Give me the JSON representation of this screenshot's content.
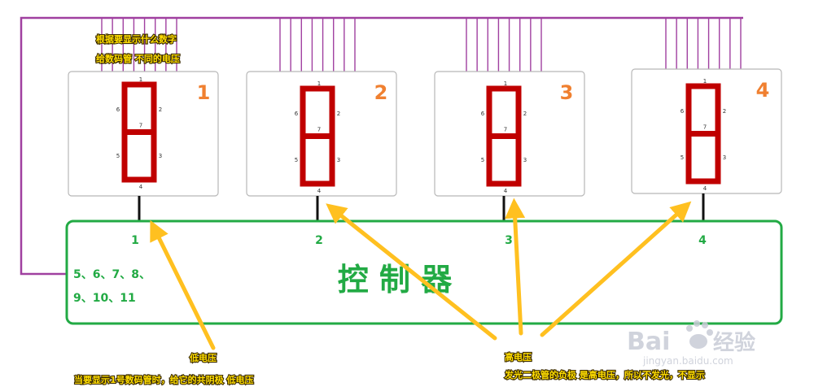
{
  "top_note": {
    "line1": "根据要显示什么数字",
    "line2": "给数码管 不同的电压"
  },
  "digits": [
    {
      "number": "1",
      "port": "1"
    },
    {
      "number": "2",
      "port": "2"
    },
    {
      "number": "3",
      "port": "3"
    },
    {
      "number": "4",
      "port": "4"
    }
  ],
  "segment_labels": {
    "top": "1",
    "upper_right": "2",
    "lower_right": "3",
    "bottom": "4",
    "lower_left": "5",
    "upper_left": "6",
    "middle": "7"
  },
  "controller": {
    "title": "控 制 器",
    "pins_line1": "5、6、7、8、",
    "pins_line2": "9、10、11"
  },
  "low_note": {
    "title": "低电压",
    "text": "当要显示1号数码管时，给它的共阴极 低电压"
  },
  "high_note": {
    "title": "高电压",
    "text": "发光二极管的负极 是高电压，所以不发光，不显示"
  },
  "watermark": {
    "brand": "Bai",
    "brand2": "经验",
    "url": "jingyan.baidu.com"
  },
  "colors": {
    "segment": "#c00000",
    "digit_number": "#f08030",
    "controller": "#22aa44",
    "wire": "#a040a0",
    "arrow": "#ffc020",
    "box_border": "#b8b8b8"
  }
}
